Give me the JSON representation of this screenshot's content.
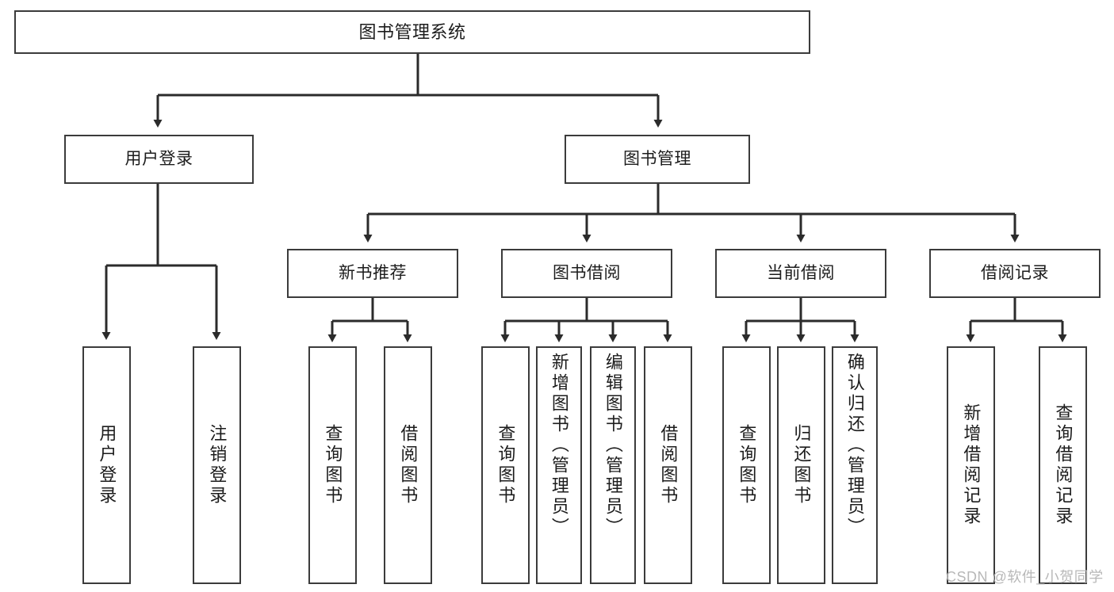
{
  "diagram": {
    "title": "图书管理系统",
    "type": "tree-hierarchy-diagram",
    "colors": {
      "box_border": "#3b3b3b",
      "box_fill": "#ffffff",
      "connector": "#2b2b2b",
      "text": "#1c1c1c",
      "watermark": "#b8b8b8"
    },
    "root": {
      "label": "图书管理系统"
    },
    "level1": [
      {
        "label": "用户登录"
      },
      {
        "label": "图书管理"
      }
    ],
    "level2": [
      {
        "label": "新书推荐"
      },
      {
        "label": "图书借阅"
      },
      {
        "label": "当前借阅"
      },
      {
        "label": "借阅记录"
      }
    ],
    "leaves": {
      "user_login": [
        {
          "label": "用户登录"
        },
        {
          "label": "注销登录"
        }
      ],
      "new_book_recommend": [
        {
          "label": "查询图书"
        },
        {
          "label": "借阅图书"
        }
      ],
      "book_borrow": [
        {
          "label": "查询图书"
        },
        {
          "label": "新增图书（管理员）"
        },
        {
          "label": "编辑图书（管理员）"
        },
        {
          "label": "借阅图书"
        }
      ],
      "current_borrow": [
        {
          "label": "查询图书"
        },
        {
          "label": "归还图书"
        },
        {
          "label": "确认归还（管理员）"
        }
      ],
      "borrow_record": [
        {
          "label": "新增借阅记录"
        },
        {
          "label": "查询借阅记录"
        }
      ]
    }
  },
  "watermark": {
    "text": "CSDN @软件_小贺同学"
  }
}
